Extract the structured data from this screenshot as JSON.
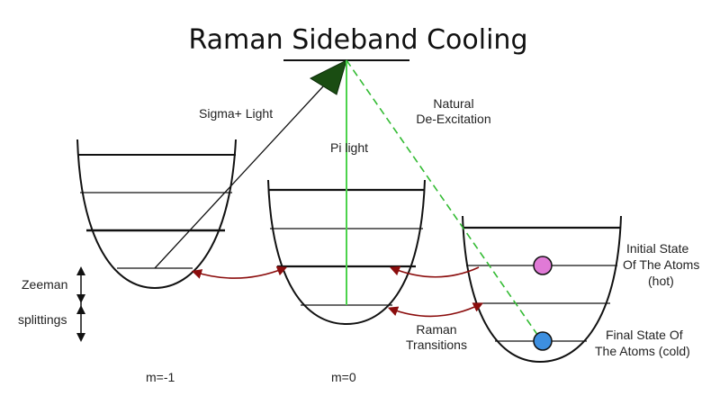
{
  "title": "Raman Sideband Cooling",
  "labels": {
    "sigma_light": "Sigma+ Light",
    "pi_light": "Pi light",
    "natural_line1": "Natural",
    "natural_line2": "De-Excitation",
    "raman_line1": "Raman",
    "raman_line2": "Transitions",
    "initial_line1": "Initial State",
    "initial_line2": "Of The Atoms",
    "initial_line3": "(hot)",
    "final_line1": "Final State Of",
    "final_line2": "The Atoms (cold)",
    "zeeman_line1": "Zeeman",
    "zeeman_line2": "splittings",
    "m_minus1": "m=-1",
    "m_zero": "m=0"
  },
  "colors": {
    "sigma_arrow": "#1a4d12",
    "pi_light": "#4cd34c",
    "natural_deexcitation": "#33bb33",
    "raman_arrows": "#8b0d0d",
    "hot_atom": "#e07ad6",
    "cold_atom": "#3d8fe0"
  }
}
